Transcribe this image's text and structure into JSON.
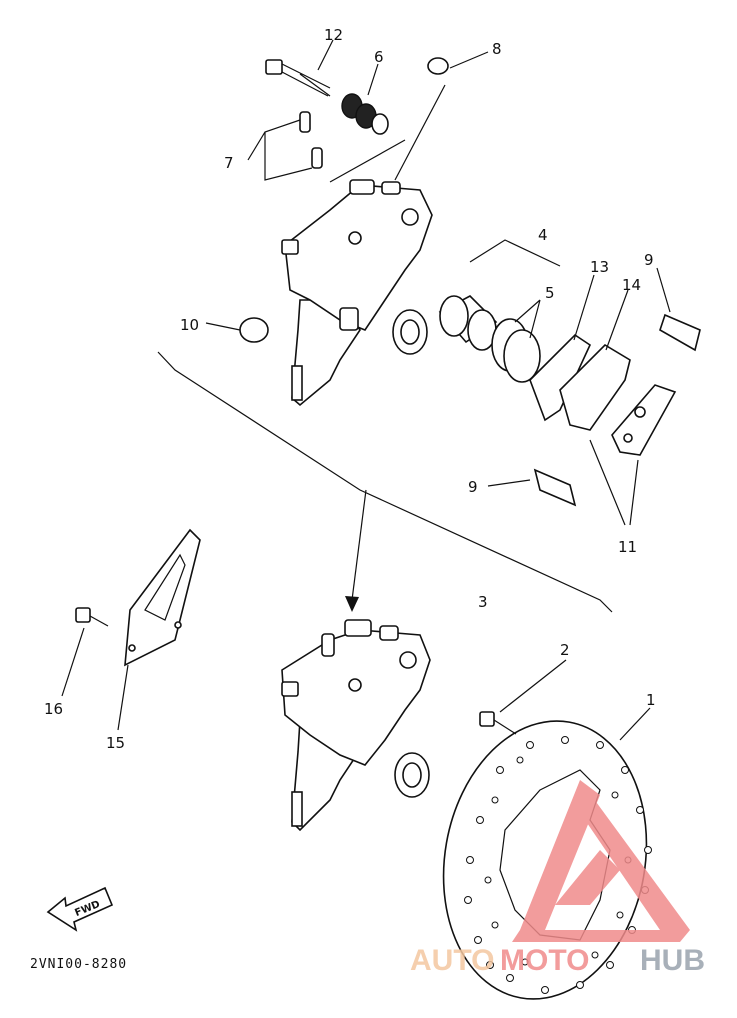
{
  "callouts": {
    "c1": "1",
    "c2": "2",
    "c3": "3",
    "c4": "4",
    "c5": "5",
    "c6": "6",
    "c7": "7",
    "c8": "8",
    "c9a": "9",
    "c9b": "9",
    "c10": "10",
    "c11": "11",
    "c12": "12",
    "c13": "13",
    "c14": "14",
    "c15": "15",
    "c16": "16"
  },
  "fwd_label": "FWD",
  "diagram_code": "2VNI00-8280",
  "watermark": {
    "part1": "AUTO",
    "part2": "MOTO",
    "part3": "HUB"
  },
  "colors": {
    "watermark_red": "#f08b8b",
    "watermark_orange": "#f4c7a0",
    "watermark_gray": "#9aa3ad"
  }
}
